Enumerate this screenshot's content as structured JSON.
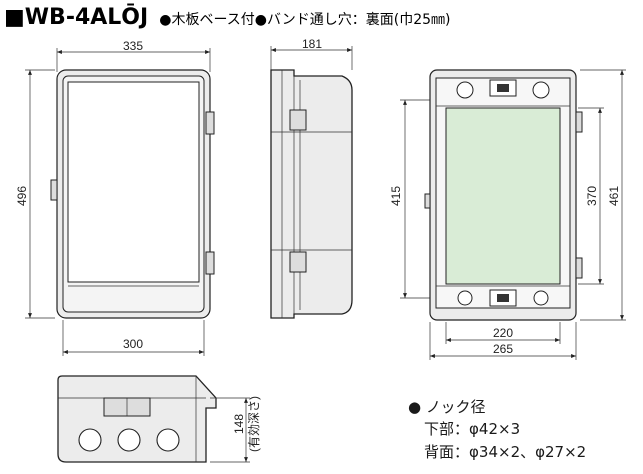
{
  "title": {
    "model": "■WB-4ALŌJ",
    "features": "●木板ベース付●バンド通し穴：裏面(巾25㎜)"
  },
  "dimensions": {
    "front_width": "335",
    "front_height": "496",
    "front_bottom_width": "300",
    "side_depth": "181",
    "back_inner_height": "415",
    "back_board_height": "370",
    "back_outer_height": "461",
    "back_board_width": "220",
    "back_outer_width": "265",
    "bottom_depth_value": "148",
    "bottom_depth_label": "(有効深さ)"
  },
  "knockout": {
    "heading": "● ノック径",
    "lower_label": "下部：",
    "lower_value": "φ42×3",
    "back_label": "背面：",
    "back_value": "φ34×2、φ27×2"
  },
  "colors": {
    "board_fill": "#d9ecd6",
    "case_fill": "#ececec",
    "line": "#222222"
  }
}
